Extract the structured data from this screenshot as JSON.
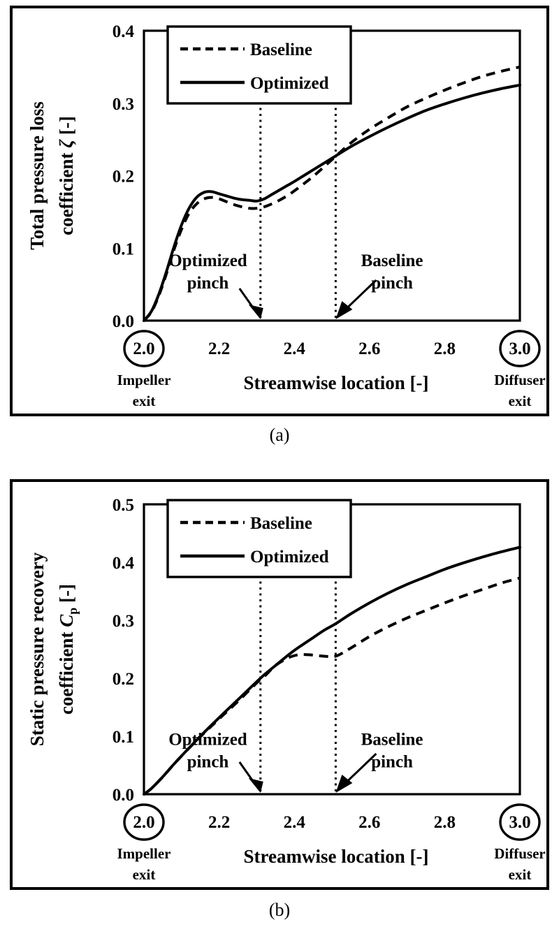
{
  "figure": {
    "panels": [
      {
        "caption": "(a)",
        "legend": {
          "baseline": "Baseline",
          "optimized": "Optimized"
        },
        "annotations": [
          {
            "line1": "Optimized",
            "line2": "pinch"
          },
          {
            "line1": "Baseline",
            "line2": "pinch"
          }
        ],
        "endpoints": {
          "left_value": "2.0",
          "left_label_1": "Impeller",
          "left_label_2": "exit",
          "right_value": "3.0",
          "right_label_1": "Diffuser",
          "right_label_2": "exit"
        },
        "xaxis_title": "Streamwise location [-]",
        "yaxis_title_1": "Total pressure loss",
        "yaxis_title_2_pre": "coefficient ",
        "yaxis_title_2_sym": "ζ",
        "yaxis_title_2_post": " [-]",
        "xticks": [
          "2.0",
          "2.2",
          "2.4",
          "2.6",
          "2.8",
          "3.0"
        ],
        "yticks": [
          "0.0",
          "0.1",
          "0.2",
          "0.3",
          "0.4"
        ]
      },
      {
        "caption": "(b)",
        "legend": {
          "baseline": "Baseline",
          "optimized": "Optimized"
        },
        "annotations": [
          {
            "line1": "Optimized",
            "line2": "pinch"
          },
          {
            "line1": "Baseline",
            "line2": "pinch"
          }
        ],
        "endpoints": {
          "left_value": "2.0",
          "left_label_1": "Impeller",
          "left_label_2": "exit",
          "right_value": "3.0",
          "right_label_1": "Diffuser",
          "right_label_2": "exit"
        },
        "xaxis_title": "Streamwise location [-]",
        "yaxis_title_1": "Static pressure recovery",
        "yaxis_title_2_pre": "coefficient ",
        "yaxis_title_2_sym": "C",
        "yaxis_title_2_sub": "p",
        "yaxis_title_2_post": " [-]",
        "xticks": [
          "2.0",
          "2.2",
          "2.4",
          "2.6",
          "2.8",
          "3.0"
        ],
        "yticks": [
          "0.0",
          "0.1",
          "0.2",
          "0.3",
          "0.4",
          "0.5"
        ]
      }
    ]
  },
  "chart_data": [
    {
      "type": "line",
      "title": "(a) Total pressure loss coefficient along streamwise location",
      "xlabel": "Streamwise location [-]",
      "ylabel": "Total pressure loss coefficient ζ [-]",
      "xlim": [
        2.0,
        3.0
      ],
      "ylim": [
        0.0,
        0.4
      ],
      "xticks": [
        2.0,
        2.2,
        2.4,
        2.6,
        2.8,
        3.0
      ],
      "yticks": [
        0.0,
        0.1,
        0.2,
        0.3,
        0.4
      ],
      "grid": false,
      "legend_position": "upper-left",
      "annotations": [
        {
          "text": "Optimized pinch",
          "x": 2.31,
          "y": 0.0,
          "label_x": 2.17,
          "label_y": 0.075
        },
        {
          "text": "Baseline pinch",
          "x": 2.51,
          "y": 0.0,
          "label_x": 2.66,
          "label_y": 0.075
        }
      ],
      "vertical_markers": [
        {
          "x": 2.31,
          "name": "Optimized pinch"
        },
        {
          "x": 2.51,
          "name": "Baseline pinch"
        }
      ],
      "x": [
        2.0,
        2.02,
        2.04,
        2.06,
        2.08,
        2.1,
        2.12,
        2.14,
        2.16,
        2.18,
        2.2,
        2.22,
        2.24,
        2.26,
        2.28,
        2.3,
        2.32,
        2.34,
        2.36,
        2.38,
        2.4,
        2.45,
        2.5,
        2.55,
        2.6,
        2.65,
        2.7,
        2.75,
        2.8,
        2.85,
        2.9,
        2.95,
        3.0
      ],
      "series": [
        {
          "name": "Baseline",
          "style": "dashed",
          "values": [
            0.0,
            0.012,
            0.035,
            0.065,
            0.098,
            0.126,
            0.148,
            0.161,
            0.168,
            0.17,
            0.168,
            0.164,
            0.16,
            0.157,
            0.155,
            0.155,
            0.157,
            0.161,
            0.166,
            0.172,
            0.179,
            0.199,
            0.222,
            0.245,
            0.264,
            0.28,
            0.295,
            0.307,
            0.318,
            0.328,
            0.337,
            0.344,
            0.35
          ]
        },
        {
          "name": "Optimized",
          "style": "solid",
          "values": [
            0.0,
            0.013,
            0.037,
            0.068,
            0.102,
            0.132,
            0.155,
            0.17,
            0.177,
            0.178,
            0.175,
            0.172,
            0.169,
            0.167,
            0.166,
            0.165,
            0.168,
            0.174,
            0.18,
            0.186,
            0.192,
            0.208,
            0.224,
            0.24,
            0.254,
            0.267,
            0.279,
            0.29,
            0.299,
            0.307,
            0.314,
            0.32,
            0.325
          ]
        }
      ]
    },
    {
      "type": "line",
      "title": "(b) Static pressure recovery coefficient along streamwise location",
      "xlabel": "Streamwise location [-]",
      "ylabel": "Static pressure recovery coefficient Cp [-]",
      "xlim": [
        2.0,
        3.0
      ],
      "ylim": [
        0.0,
        0.5
      ],
      "xticks": [
        2.0,
        2.2,
        2.4,
        2.6,
        2.8,
        3.0
      ],
      "yticks": [
        0.0,
        0.1,
        0.2,
        0.3,
        0.4,
        0.5
      ],
      "grid": false,
      "legend_position": "upper-left",
      "annotations": [
        {
          "text": "Optimized pinch",
          "x": 2.31,
          "y": 0.0,
          "label_x": 2.17,
          "label_y": 0.085
        },
        {
          "text": "Baseline pinch",
          "x": 2.51,
          "y": 0.0,
          "label_x": 2.66,
          "label_y": 0.085
        }
      ],
      "vertical_markers": [
        {
          "x": 2.31,
          "name": "Optimized pinch"
        },
        {
          "x": 2.51,
          "name": "Baseline pinch"
        }
      ],
      "x": [
        2.0,
        2.02,
        2.05,
        2.08,
        2.1,
        2.15,
        2.2,
        2.25,
        2.3,
        2.32,
        2.35,
        2.38,
        2.4,
        2.42,
        2.45,
        2.48,
        2.51,
        2.55,
        2.6,
        2.65,
        2.7,
        2.75,
        2.8,
        2.85,
        2.9,
        2.95,
        3.0
      ],
      "series": [
        {
          "name": "Baseline",
          "style": "dashed",
          "values": [
            0.0,
            0.01,
            0.03,
            0.052,
            0.066,
            0.099,
            0.13,
            0.16,
            0.192,
            0.203,
            0.222,
            0.234,
            0.239,
            0.241,
            0.24,
            0.238,
            0.238,
            0.252,
            0.272,
            0.289,
            0.304,
            0.317,
            0.33,
            0.342,
            0.353,
            0.364,
            0.373
          ]
        },
        {
          "name": "Optimized",
          "style": "solid",
          "values": [
            0.0,
            0.01,
            0.03,
            0.052,
            0.066,
            0.1,
            0.132,
            0.163,
            0.194,
            0.206,
            0.222,
            0.238,
            0.248,
            0.257,
            0.27,
            0.283,
            0.294,
            0.311,
            0.33,
            0.347,
            0.362,
            0.375,
            0.388,
            0.399,
            0.409,
            0.418,
            0.426
          ]
        }
      ]
    }
  ]
}
